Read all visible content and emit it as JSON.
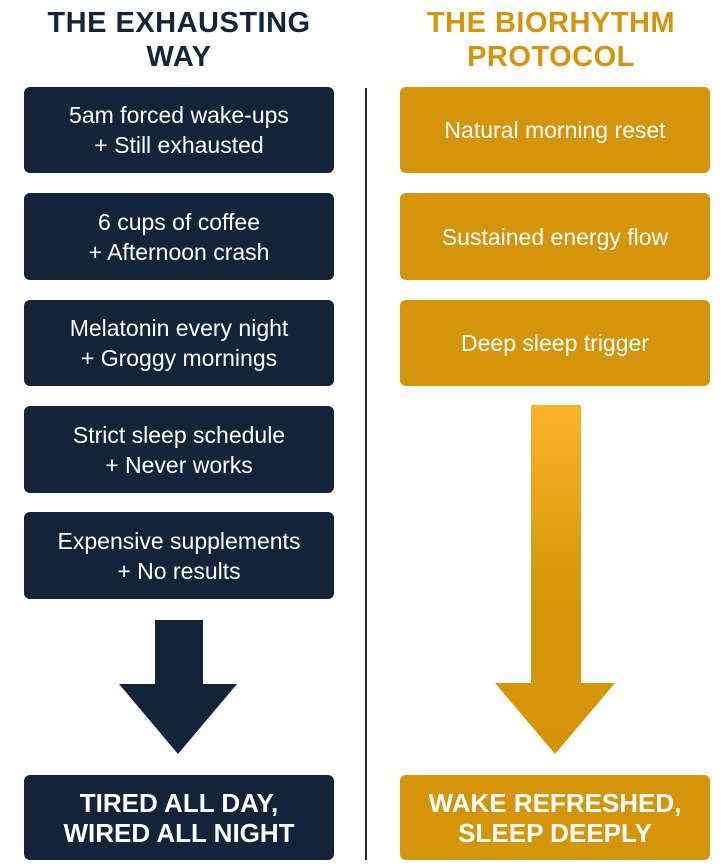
{
  "left": {
    "title_line1": "THE EXHAUSTING",
    "title_line2": "WAY",
    "items": [
      {
        "line1": "5am forced wake-ups",
        "line2": "+ Still exhausted"
      },
      {
        "line1": "6 cups of coffee",
        "line2": "+ Afternoon crash"
      },
      {
        "line1": "Melatonin every night",
        "line2": "+ Groggy mornings"
      },
      {
        "line1": "Strict sleep schedule",
        "line2": "+ Never works"
      },
      {
        "line1": "Expensive supplements",
        "line2": "+ No results"
      }
    ],
    "result_line1": "TIRED ALL DAY,",
    "result_line2": "WIRED ALL NIGHT",
    "color": "#13243a"
  },
  "right": {
    "title_line1": "THE BIORHYTHM",
    "title_line2": "PROTOCOL",
    "items": [
      {
        "label": "Natural morning reset"
      },
      {
        "label": "Sustained energy flow"
      },
      {
        "label": "Deep sleep trigger"
      }
    ],
    "result_line1": "WAKE REFRESHED,",
    "result_line2": "SLEEP DEEPLY",
    "color": "#d4950b"
  }
}
